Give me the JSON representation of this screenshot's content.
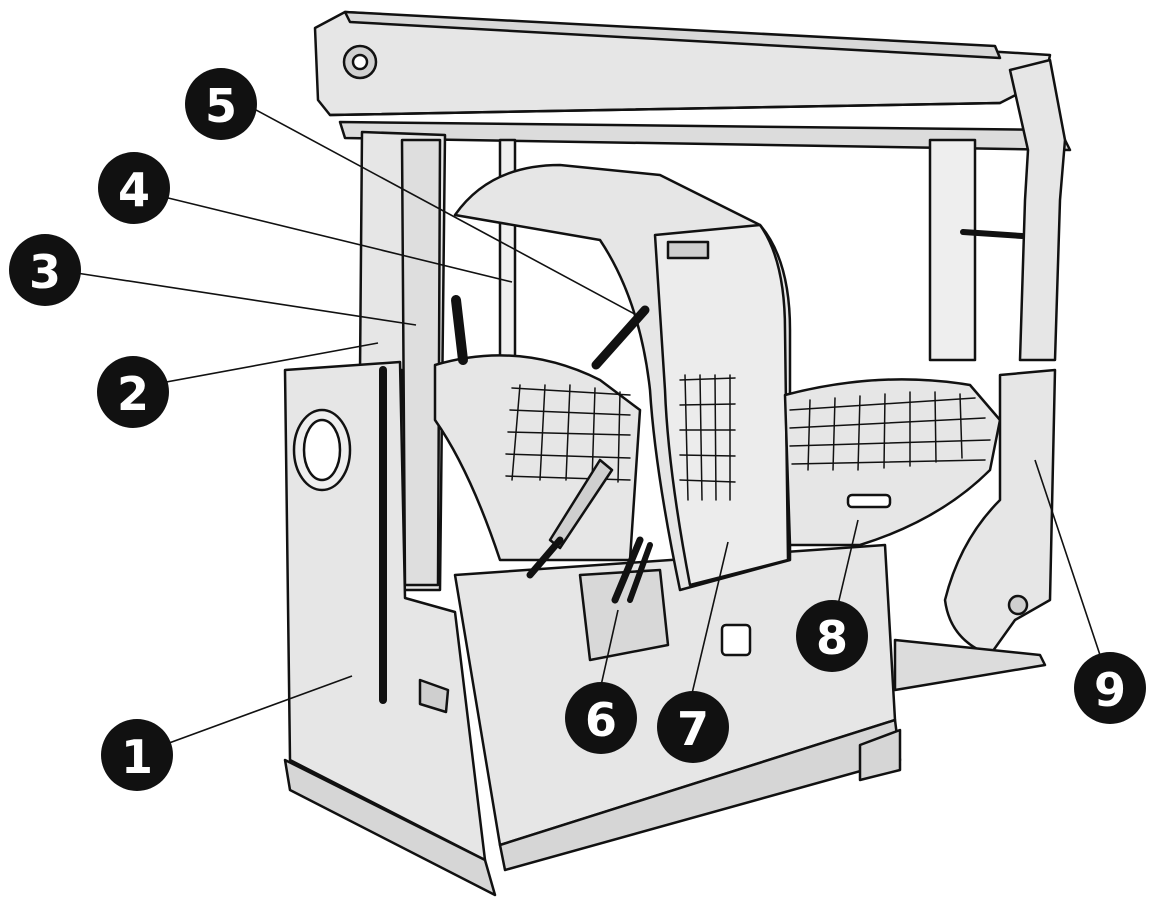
{
  "diagram": {
    "kind": "exploded machine illustration (firewood processor)",
    "callouts": [
      {
        "id": "callout-1",
        "label": "1"
      },
      {
        "id": "callout-2",
        "label": "2"
      },
      {
        "id": "callout-3",
        "label": "3"
      },
      {
        "id": "callout-4",
        "label": "4"
      },
      {
        "id": "callout-5",
        "label": "5"
      },
      {
        "id": "callout-6",
        "label": "6"
      },
      {
        "id": "callout-7",
        "label": "7"
      },
      {
        "id": "callout-8",
        "label": "8"
      },
      {
        "id": "callout-9",
        "label": "9"
      }
    ],
    "colors": {
      "ink": "#111111",
      "panel": "#e6e6e6",
      "panel_dark": "#d2d2d2",
      "callout_fill": "#111111",
      "callout_text": "#ffffff"
    }
  }
}
